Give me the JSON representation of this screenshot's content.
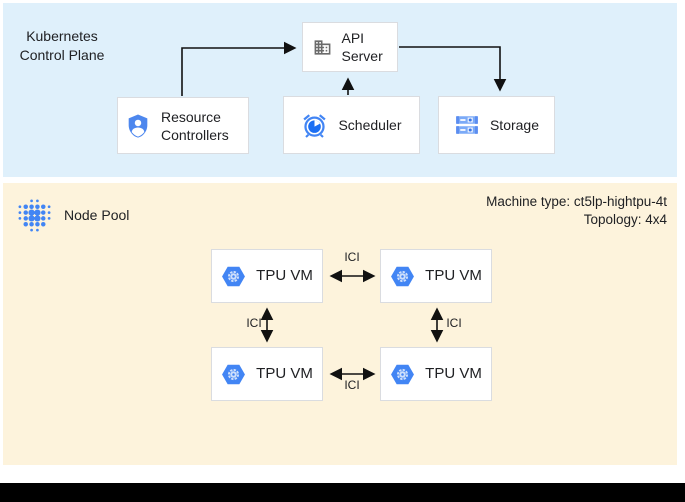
{
  "control_plane": {
    "label_line1": "Kubernetes",
    "label_line2": "Control Plane",
    "nodes": {
      "api_server": "API Server",
      "resource_controllers": "Resource Controllers",
      "scheduler": "Scheduler",
      "storage": "Storage"
    }
  },
  "node_pool": {
    "label": "Node Pool",
    "machine_type": "Machine type: ct5lp-hightpu-4t",
    "topology": "Topology: 4x4",
    "vms": [
      "TPU VM",
      "TPU VM",
      "TPU VM",
      "TPU VM"
    ],
    "interconnect_label": "ICI"
  },
  "icons": {
    "api_server": "building-icon",
    "resource_controllers": "shield-user-icon",
    "scheduler": "alarm-clock-icon",
    "storage": "server-stack-icon",
    "node_pool": "dot-cluster-icon",
    "tpu_vm": "hexagon-gear-icon"
  },
  "colors": {
    "control_plane_bg": "#dff0fb",
    "node_pool_bg": "#fdf3dc",
    "box_border": "#dadce0",
    "google_blue": "#4285f4",
    "gray_icon": "#6b6b6b",
    "arrow": "#111111",
    "text": "#202124"
  }
}
